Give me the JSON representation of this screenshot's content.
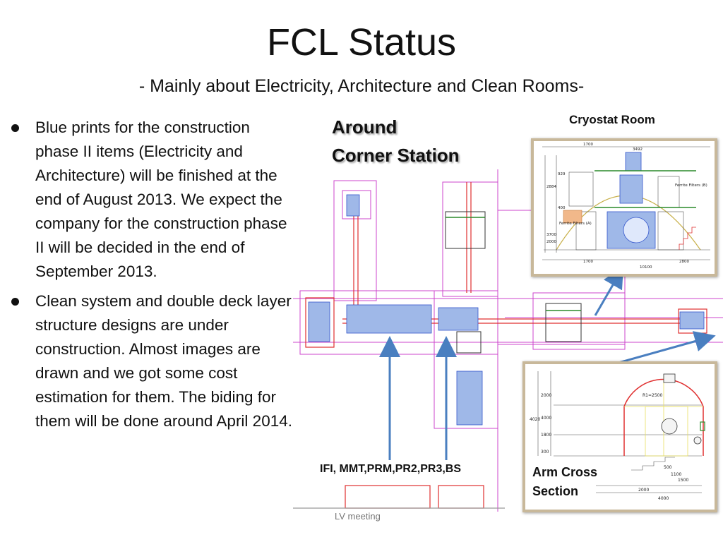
{
  "slide": {
    "title": "FCL Status",
    "subtitle": "- Mainly about Electricity, Architecture and Clean Rooms-",
    "bullets": [
      "Blue prints for the construction phase II items (Electricity and Architecture) will be finished at the end of August 2013. We expect the company for the construction phase II will be decided in the end of September 2013.",
      "Clean system and double deck layer structure designs are under construction. Almost images are drawn and we got some cost estimation for them. The biding for them will be done around April 2014."
    ],
    "footer": "LV meeting"
  },
  "figure": {
    "corner_station_line1": "Around",
    "corner_station_line2": "Corner Station",
    "cryostat_room": "Cryostat Room",
    "rooms_label": "IFI, MMT,PRM,PR2,PR3,BS",
    "arm_cross_line1": "Arm Cross",
    "arm_cross_line2": "Section"
  },
  "cryostat_drawing": {
    "dims": [
      "1700",
      "3492",
      "1700",
      "10100",
      "2800",
      "2884",
      "3700",
      "2000",
      "400",
      "929"
    ],
    "notes": [
      "Ferrite Filters (B)",
      "Ferrite Filters (A)"
    ]
  },
  "arm_drawing": {
    "dims": [
      "2000",
      "4000",
      "1800",
      "300",
      "4000",
      "2000",
      "500",
      "1100",
      "1500",
      "4020"
    ],
    "notes": [
      "R1=2500"
    ]
  },
  "colors": {
    "accent_arrow": "#4a7fc0",
    "drawing_red": "#e03030",
    "drawing_magenta": "#cc44cc",
    "drawing_blue": "#3355cc",
    "frame": "#c8b89a"
  }
}
